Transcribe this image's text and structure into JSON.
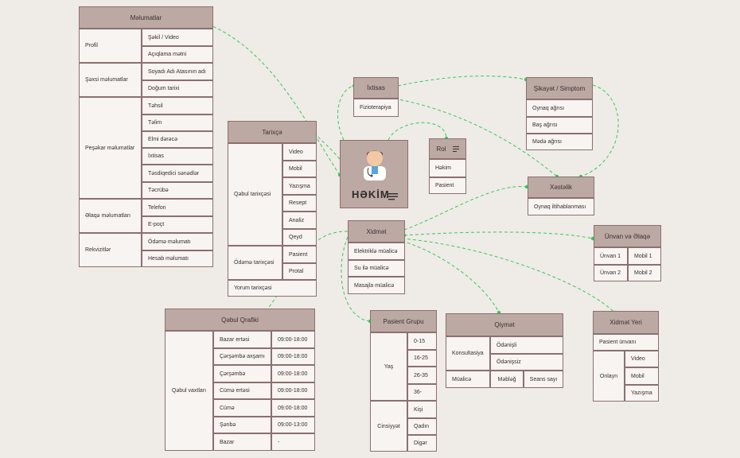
{
  "colors": {
    "edge": "#33cc55",
    "header": "#bca9a4",
    "border": "#8c6f6f",
    "cell": "#f7f4f1"
  },
  "doctor": {
    "label": "HƏKİM",
    "icon": "doctor-avatar-icon",
    "menu_icon": "menu-lines-icon"
  },
  "melumatlar": {
    "title": "Məlumatlar",
    "groups": [
      {
        "label": "Profil",
        "items": [
          "Şəkil / Video",
          "Açıqlama mətni"
        ]
      },
      {
        "label": "Şəxsi məlumatlar",
        "items": [
          "Soyadı Adı Atasının adı",
          "Doğum tarixi"
        ]
      },
      {
        "label": "Peşəkar məlumatlar",
        "items": [
          "Təhsil",
          "Təlim",
          "Elmi dərəcə",
          "İxtisas",
          "Təsdiqedici sənədlər",
          "Təcrübə"
        ]
      },
      {
        "label": "Əlaqə məlumatları",
        "items": [
          "Telefon",
          "E-poçt"
        ]
      },
      {
        "label": "Rekvizitlər",
        "items": [
          "Ödəmə məlumatı",
          "Hesab məlumatı"
        ]
      }
    ]
  },
  "tarixce": {
    "title": "Tarixçə",
    "groups": [
      {
        "label": "Qəbul tarixçəsi",
        "items": [
          "Video",
          "Mobil",
          "Yazışma",
          "Resept",
          "Analiz",
          "Qeyd"
        ]
      },
      {
        "label": "Ödəmə tarixçəsi",
        "items": [
          "Pasient",
          "Protal"
        ]
      }
    ],
    "footer": "Yorum tarixçəsi"
  },
  "ixtisas": {
    "title": "İxtisas",
    "items": [
      "Fizioterapiya"
    ]
  },
  "rol": {
    "title": "Rol",
    "menu_icon": "menu-lines-icon",
    "items": [
      "Həkim",
      "Pasient"
    ]
  },
  "sikayet": {
    "title": "Şikayət / Simptom",
    "items": [
      "Oynaq ağrısı",
      "Baş ağrısı",
      "Mədə ağrısı"
    ]
  },
  "xestelik": {
    "title": "Xəstəlik",
    "items": [
      "Oynaq iltihablanması"
    ]
  },
  "xidmet": {
    "title": "Xidmət",
    "items": [
      "Elektriklə müalicə",
      "Su ilə müalicə",
      "Masajla müalicə"
    ]
  },
  "unvan": {
    "title": "Ünvan və Əlaqə",
    "rows": [
      [
        "Ünvan 1",
        "Mobil 1"
      ],
      [
        "Ünvan 2",
        "Mobil 2"
      ]
    ]
  },
  "qebul": {
    "title": "Qəbul Qrafiki",
    "group_label": "Qəbul vaxtları",
    "rows": [
      [
        "Bazar ertəsi",
        "09:00-18:00"
      ],
      [
        "Çərşəmbə axşamı",
        "09:00-18:00"
      ],
      [
        "Çərşəmbə",
        "09:00-18:00"
      ],
      [
        "Cümə ertəsi",
        "09:00-18:00"
      ],
      [
        "Cümə",
        "09:00-18:00"
      ],
      [
        "Şənbə",
        "09:00-13:00"
      ],
      [
        "Bazar",
        "-"
      ]
    ]
  },
  "pasient_grupu": {
    "title": "Pasient Grupu",
    "groups": [
      {
        "label": "Yaş",
        "items": [
          "0-15",
          "16-25",
          "26-35",
          "36-"
        ]
      },
      {
        "label": "Cinsiyyət",
        "items": [
          "Kişi",
          "Qadın",
          "Digər"
        ]
      }
    ]
  },
  "qiymet": {
    "title": "Qiymət",
    "group_label": "Konsultasiya",
    "items": [
      "Ödənişli",
      "Ödənişsiz"
    ],
    "footer": [
      "Müalicə",
      "Məbləğ",
      "Seans sayı"
    ]
  },
  "xidmet_yeri": {
    "title": "Xidmət Yeri",
    "top": "Pasient ünvanı",
    "group_label": "Onlayn",
    "items": [
      "Video",
      "Mobil",
      "Yazışma"
    ]
  }
}
